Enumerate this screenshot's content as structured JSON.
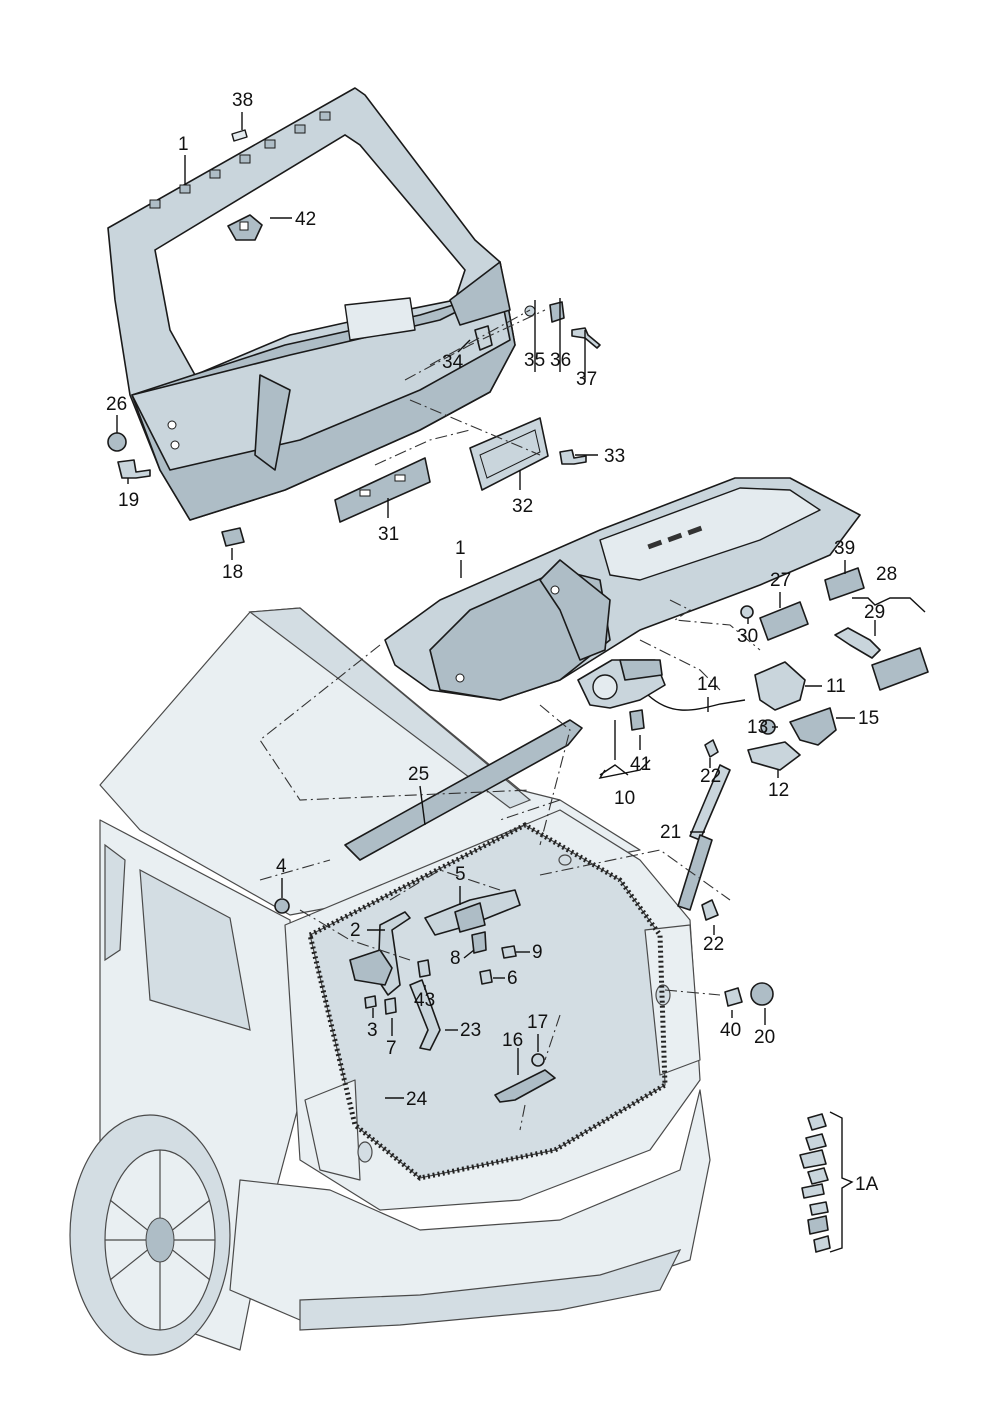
{
  "labels": {
    "l1_top": "1",
    "l38": "38",
    "l42": "42",
    "l35": "35",
    "l36": "36",
    "l37": "37",
    "l26": "26",
    "l34": "34",
    "l33": "33",
    "l19": "19",
    "l31": "31",
    "l32": "32",
    "l18": "18",
    "l1_mid": "1",
    "l39": "39",
    "l28": "28",
    "l27": "27",
    "l29": "29",
    "l30": "30",
    "l11": "11",
    "l14": "14",
    "l13": "13",
    "l15": "15",
    "l41": "41",
    "l22_a": "22",
    "l10": "10",
    "l12": "12",
    "l25": "25",
    "l21": "21",
    "l4": "4",
    "l5": "5",
    "l22_b": "22",
    "l2": "2",
    "l9": "9",
    "l8": "8",
    "l6": "6",
    "l43": "43",
    "l40": "40",
    "l20": "20",
    "l3": "3",
    "l7": "7",
    "l23": "23",
    "l17": "17",
    "l16": "16",
    "l24": "24",
    "l1A": "1A"
  }
}
